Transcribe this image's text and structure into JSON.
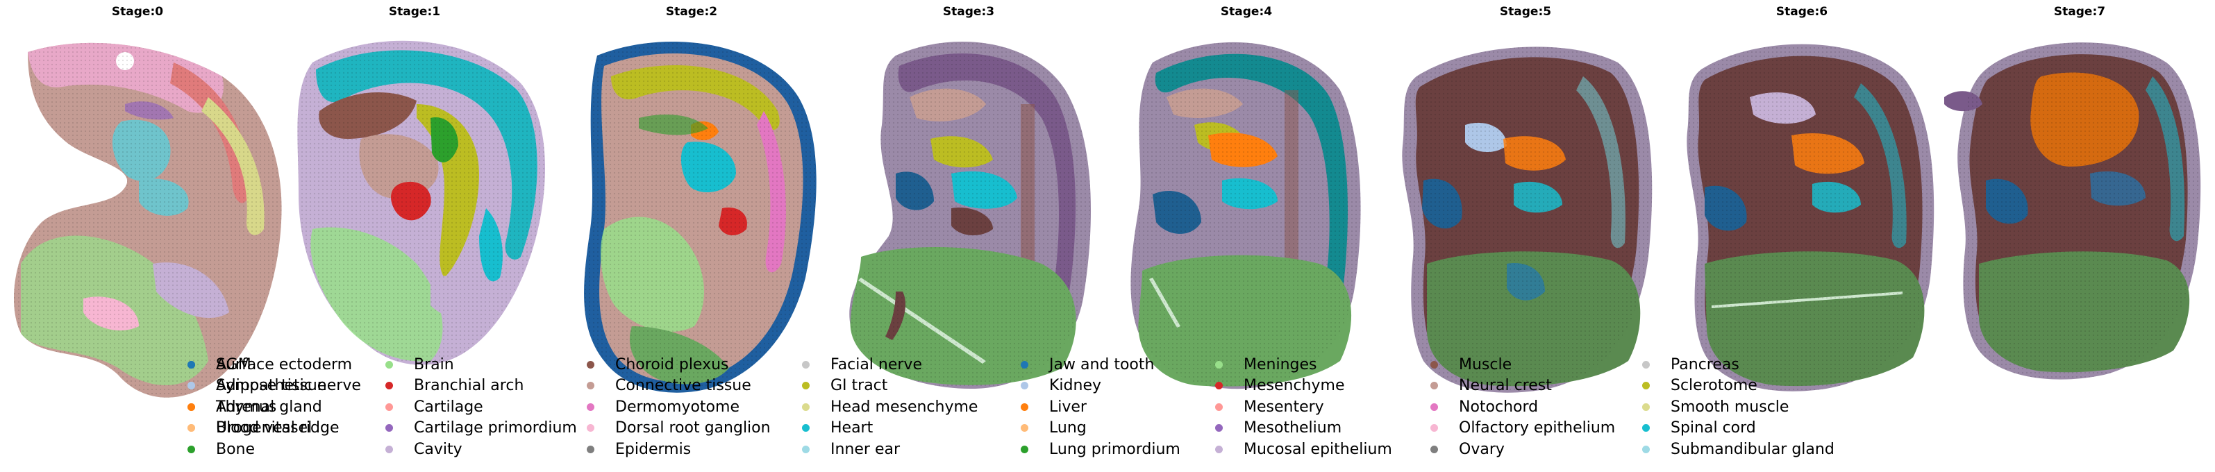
{
  "chart_data": {
    "type": "scatter",
    "description_note": "",
    "panels": [
      {
        "title": "Stage:0"
      },
      {
        "title": "Stage:1"
      },
      {
        "title": "Stage:2"
      },
      {
        "title": "Stage:3"
      },
      {
        "title": "Stage:4"
      },
      {
        "title": "Stage:5"
      },
      {
        "title": "Stage:6"
      },
      {
        "title": "Stage:7"
      }
    ],
    "axes_visible": false,
    "legend": {
      "placement": "bottom",
      "columns": 8,
      "entries": [
        {
          "label": "AGM",
          "color": "#1f77b4"
        },
        {
          "label": "Adipose tissue",
          "color": "#aec7e8"
        },
        {
          "label": "Adrenal gland",
          "color": "#ff7f0e"
        },
        {
          "label": "Blood vessel",
          "color": "#ffbb78"
        },
        {
          "label": "Bone",
          "color": "#2ca02c"
        },
        {
          "label": "Brain",
          "color": "#98df8a"
        },
        {
          "label": "Branchial arch",
          "color": "#d62728"
        },
        {
          "label": "Cartilage",
          "color": "#ff9896"
        },
        {
          "label": "Cartilage primordium",
          "color": "#9467bd"
        },
        {
          "label": "Cavity",
          "color": "#c5b0d5"
        },
        {
          "label": "Choroid plexus",
          "color": "#8c564b"
        },
        {
          "label": "Connective tissue",
          "color": "#c49c94"
        },
        {
          "label": "Dermomyotome",
          "color": "#e377c2"
        },
        {
          "label": "Dorsal root ganglion",
          "color": "#f7b6d2"
        },
        {
          "label": "Epidermis",
          "color": "#7f7f7f"
        },
        {
          "label": "Facial nerve",
          "color": "#c7c7c7"
        },
        {
          "label": "GI tract",
          "color": "#bcbd22"
        },
        {
          "label": "Head mesenchyme",
          "color": "#dbdb8d"
        },
        {
          "label": "Heart",
          "color": "#17becf"
        },
        {
          "label": "Inner ear",
          "color": "#9edae5"
        },
        {
          "label": "Jaw and tooth",
          "color": "#1f77b4"
        },
        {
          "label": "Kidney",
          "color": "#aec7e8"
        },
        {
          "label": "Liver",
          "color": "#ff7f0e"
        },
        {
          "label": "Lung",
          "color": "#ffbb78"
        },
        {
          "label": "Lung primordium",
          "color": "#2ca02c"
        },
        {
          "label": "Meninges",
          "color": "#98df8a"
        },
        {
          "label": "Mesenchyme",
          "color": "#d62728"
        },
        {
          "label": "Mesentery",
          "color": "#ff9896"
        },
        {
          "label": "Mesothelium",
          "color": "#9467bd"
        },
        {
          "label": "Mucosal epithelium",
          "color": "#c5b0d5"
        },
        {
          "label": "Muscle",
          "color": "#8c564b"
        },
        {
          "label": "Neural crest",
          "color": "#c49c94"
        },
        {
          "label": "Notochord",
          "color": "#e377c2"
        },
        {
          "label": "Olfactory epithelium",
          "color": "#f7b6d2"
        },
        {
          "label": "Ovary",
          "color": "#7f7f7f"
        },
        {
          "label": "Pancreas",
          "color": "#c7c7c7"
        },
        {
          "label": "Sclerotome",
          "color": "#bcbd22"
        },
        {
          "label": "Smooth muscle",
          "color": "#dbdb8d"
        },
        {
          "label": "Spinal cord",
          "color": "#17becf"
        },
        {
          "label": "Submandibular gland",
          "color": "#9edae5"
        },
        {
          "label": "Surface ectoderm",
          "color": "#1f77b4"
        },
        {
          "label": "Sympathetic nerve",
          "color": "#aec7e8"
        },
        {
          "label": "Thymus",
          "color": "#ff7f0e"
        },
        {
          "label": "Urogenital ridge",
          "color": "#ffbb78"
        }
      ]
    }
  }
}
